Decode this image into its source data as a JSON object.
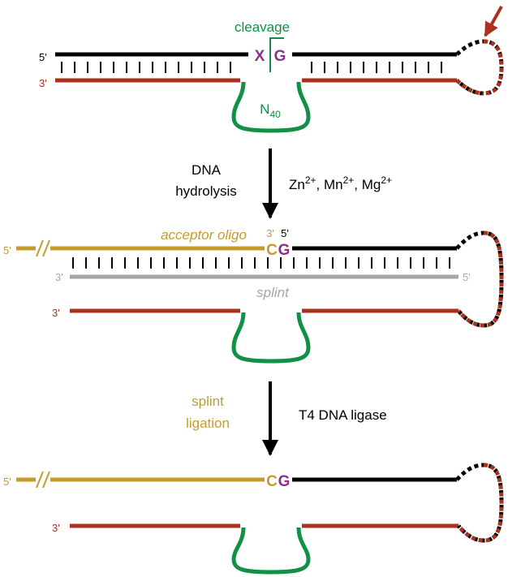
{
  "colors": {
    "black": "#000000",
    "red": "#a8321e",
    "green": "#129045",
    "purple": "#8a3289",
    "gold": "#c49c2c",
    "gray": "#a6a6a6"
  },
  "panel1": {
    "cleavage_label": "cleavage",
    "top_5prime": "5'",
    "bottom_3prime": "3'",
    "base_x": "X",
    "base_g": "G",
    "loop_label": "N",
    "loop_subscript": "40"
  },
  "step1": {
    "left_line1": "DNA",
    "left_line2": "hydrolysis",
    "ions": [
      {
        "el": "Zn",
        "sup": "2+",
        "sep": ", "
      },
      {
        "el": "Mn",
        "sup": "2+",
        "sep": ", "
      },
      {
        "el": "Mg",
        "sup": "2+",
        "sep": ""
      }
    ]
  },
  "panel2": {
    "acceptor_5prime": "5'",
    "acceptor_label": "acceptor oligo",
    "end_3prime": "3'",
    "end_5prime": "5'",
    "base_c": "C",
    "base_g": "G",
    "splint_3prime": "3'",
    "splint_5prime": "5'",
    "splint_label": "splint",
    "bottom_3prime": "3'"
  },
  "step2": {
    "left_line1": "splint",
    "left_line2": "ligation",
    "right_label": "T4 DNA ligase"
  },
  "panel3": {
    "acceptor_5prime": "5'",
    "base_c": "C",
    "base_g": "G",
    "bottom_3prime": "3'"
  }
}
